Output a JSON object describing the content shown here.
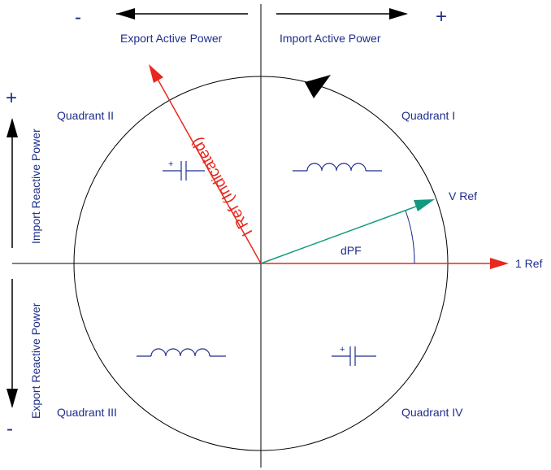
{
  "signs": {
    "top_minus": "-",
    "top_plus": "+",
    "left_plus": "+",
    "left_minus": "-"
  },
  "labels": {
    "export_active": "Export Active Power",
    "import_active": "Import Active Power",
    "import_reactive": "Import Reactive Power",
    "export_reactive": "Export Reactive Power",
    "quadrant_1": "Quadrant I",
    "quadrant_2": "Quadrant II",
    "quadrant_3": "Quadrant III",
    "quadrant_4": "Quadrant IV",
    "v_ref": "V Ref",
    "dpf": "dPF",
    "one_ref": "1 Ref",
    "i_ref": "I Ref (Indicated)",
    "cap_plus_q2": "+",
    "cap_plus_q4": "+"
  },
  "colors": {
    "text": "#1f2e8c",
    "red": "#e8281e",
    "green": "#109a7e",
    "line": "#000000"
  },
  "icons": {
    "inductor": "inductor-icon",
    "capacitor": "capacitor-icon"
  }
}
